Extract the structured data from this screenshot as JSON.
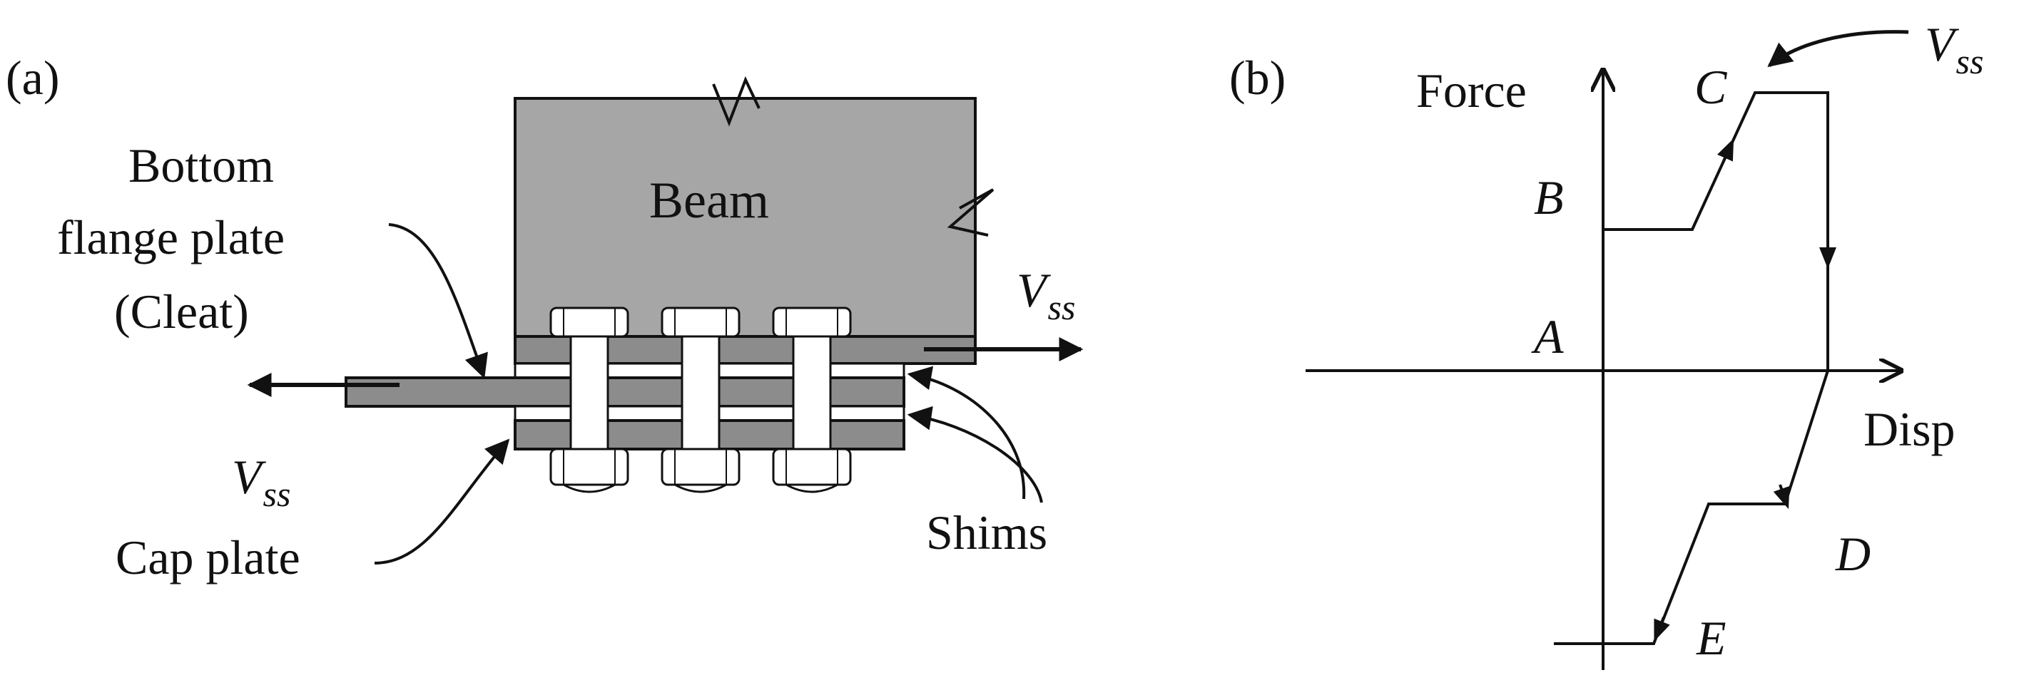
{
  "panel_a": {
    "tag": "(a)",
    "beam_label": "Beam",
    "cleat_label_lines": [
      "Bottom",
      "flange plate",
      "(Cleat)"
    ],
    "cap_label": "Cap plate",
    "shims_label": "Shims",
    "force_symbol": "V",
    "force_subscript": "ss"
  },
  "panel_b": {
    "tag": "(b)",
    "y_axis_label": "Force",
    "x_axis_label": "Disp",
    "points": {
      "A": "A",
      "B": "B",
      "C": "C",
      "D": "D",
      "E": "E"
    },
    "force_symbol": "V",
    "force_subscript": "ss"
  },
  "colors": {
    "beam_fill": "#a6a6a6",
    "plate_fill": "#8c8c8c",
    "bolt_fill": "#ffffff",
    "line": "#111111"
  }
}
